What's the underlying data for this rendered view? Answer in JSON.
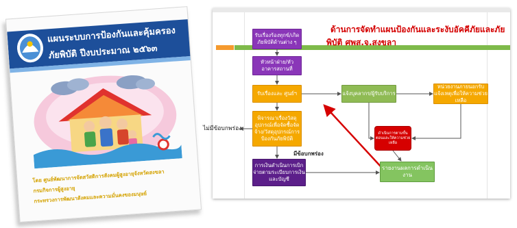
{
  "cover": {
    "title_line1": "แผนระบบการป้องกันและคุ้มครอง",
    "title_line2": "ภัยพิบัติ ปีงบประมาณ ๒๕๖๓",
    "footer_line1": "โดย ศูนย์พัฒนาการจัดสวัสดิการสังคมผู้สูงอายุจังหวัดสงขลา",
    "footer_line2": "กรมกิจการผู้สูงอายุ",
    "footer_line3": "กระทรวงการพัฒนาสังคมและความมั่นคงของมนุษย์",
    "colors": {
      "band": "#1d4f9a",
      "footer_text": "#d4a200"
    }
  },
  "flowchart": {
    "title_line1": "ด้านการจัดทำแผนป้องกันและระงับอัคคีภัยและภัย",
    "title_line2": "พิบัติ ศพส.จ.สงขลา",
    "boxes": {
      "b1": "รับเรื่องร้องทุกข์/เกิดภัยพิบัติด้านต่าง ๆ",
      "b2": "หัวหน้าฝ่าย/หัวอาคารสถานที่",
      "b3": "รับเรื่องและ ศูนย์ฯ",
      "b4": "พิจารณาเรื่องวัสดุอุปกรณ์เพื่อจัดซื้อจัดจ้าง/วัสดุอุปกรณ์การป้องกันภัยพิบัติ",
      "b5": "การเงินดำเนินการเบิกจ่ายตามระเบียบการเงินและบัญชี",
      "b6": "แจ้งบุคลากร/ผู้รับบริการ",
      "b7": "หน่วยงานภายนอกรับแจ้งเหตุเพื่อให้ความช่วยเหลือ",
      "b8": "ดำเนินการตามขั้นตอนและให้ความช่วยเหลือ",
      "b9": "รายงานผลการดำเนินงาน"
    },
    "labels": {
      "no_reply": "ไม่มีข้อบกพร่อง",
      "reply": "มีข้อบกพร่อง"
    },
    "colors": {
      "title": "#d40000",
      "purple": "#8a36b8",
      "orange": "#f5a800",
      "green": "#8fbb54",
      "red": "#d60000",
      "stripe_orange": "#f59a2e",
      "stripe_green": "#7eba4a"
    }
  }
}
